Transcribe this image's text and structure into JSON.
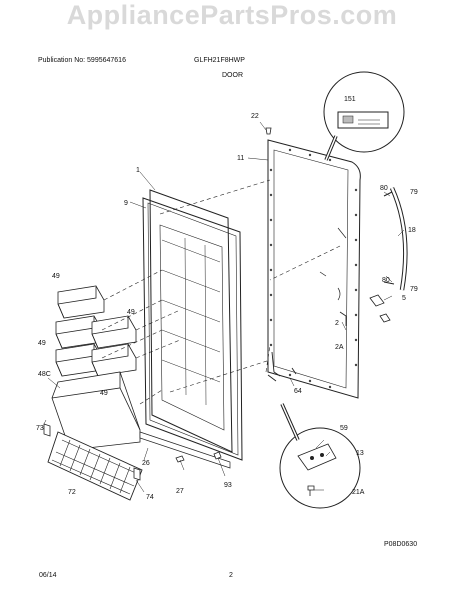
{
  "watermark": "AppliancePartsPros.com",
  "header": {
    "publication": "Publication No: 5995647616",
    "model": "GLFH21F8HWP",
    "section": "DOOR"
  },
  "diagram_code": "P08D0630",
  "footer": {
    "date": "06/14",
    "page": "2"
  },
  "callouts": {
    "c151": "151",
    "c22": "22",
    "c11": "11",
    "c1": "1",
    "c9": "9",
    "c80a": "80",
    "c79a": "79",
    "c18": "18",
    "c80b": "80",
    "c79b": "79",
    "c5": "5",
    "c2": "2",
    "c2A": "2A",
    "c64": "64",
    "c49a": "49",
    "c49b": "49",
    "c49c": "49",
    "c49d": "49",
    "c48C": "48C",
    "c73": "73",
    "c72": "72",
    "c26": "26",
    "c74": "74",
    "c27": "27",
    "c93": "93",
    "c59": "59",
    "c13": "13",
    "c21A": "21A"
  }
}
